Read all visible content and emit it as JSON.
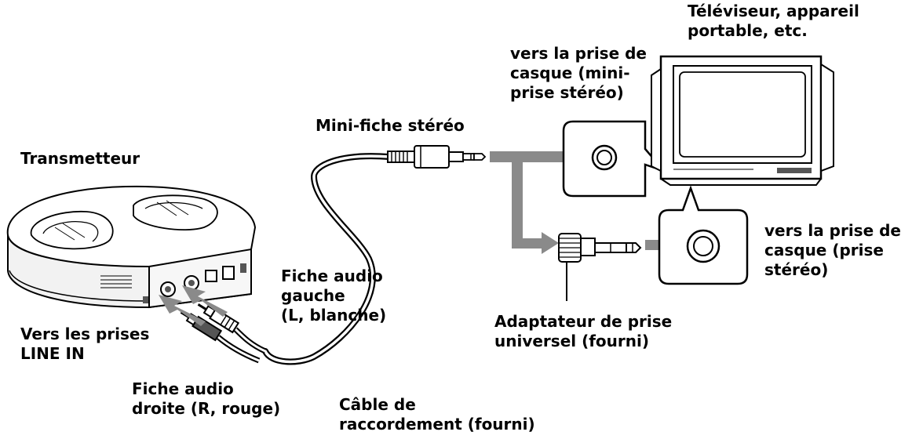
{
  "colors": {
    "line": "#000000",
    "arrow_gray": "#8a8a8a",
    "panel_fill": "#ffffff",
    "device_light": "#f2f2f2",
    "device_mid": "#cfcfcf",
    "device_dark": "#555555",
    "background": "#ffffff"
  },
  "icons": {
    "transmitter": "transmitter-device-icon",
    "television": "television-icon",
    "mini_plug": "stereo-mini-plug-icon",
    "adaptor": "plug-adaptor-icon",
    "jack": "headphone-jack-icon"
  },
  "labels": {
    "tv_title": [
      "Téléviseur, appareil",
      "portable, etc."
    ],
    "to_mini_jack": [
      "vers la prise de",
      "casque (mini-",
      "prise stéréo)"
    ],
    "mini_plug": [
      "Mini-fiche stéréo"
    ],
    "transmitter": [
      "Transmetteur"
    ],
    "to_stereo_jack": [
      "vers la prise de",
      "casque (prise",
      "stéréo)"
    ],
    "left_audio_plug": [
      "Fiche audio",
      "gauche",
      "(L, blanche)"
    ],
    "line_in": [
      "Vers les prises",
      "LINE IN"
    ],
    "adaptor": [
      "Adaptateur de prise",
      "universel (fourni)"
    ],
    "right_audio_plug": [
      "Fiche audio",
      "droite (R, rouge)"
    ],
    "cable": [
      "Câble de",
      "raccordement (fourni)"
    ]
  }
}
